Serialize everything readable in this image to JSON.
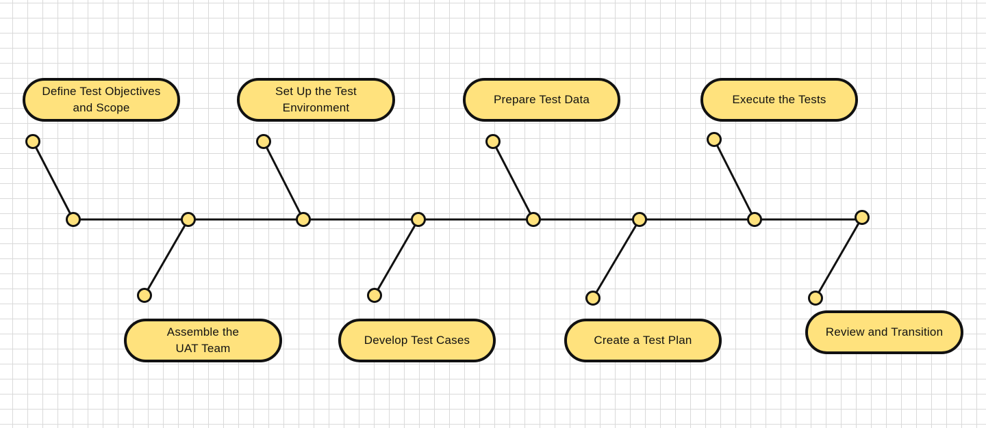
{
  "colors": {
    "fill": "#ffe27d",
    "stroke": "#111111",
    "grid": "#d9d9d9",
    "background": "#ffffff"
  },
  "steps": [
    {
      "label": "Define Test Objectives and Scope"
    },
    {
      "label": "Assemble the UAT Team"
    },
    {
      "label": "Set Up the Test Environment"
    },
    {
      "label": "Develop Test Cases"
    },
    {
      "label": "Prepare Test Data"
    },
    {
      "label": "Create a Test Plan"
    },
    {
      "label": "Execute the Tests"
    },
    {
      "label": "Review and Transition"
    }
  ]
}
